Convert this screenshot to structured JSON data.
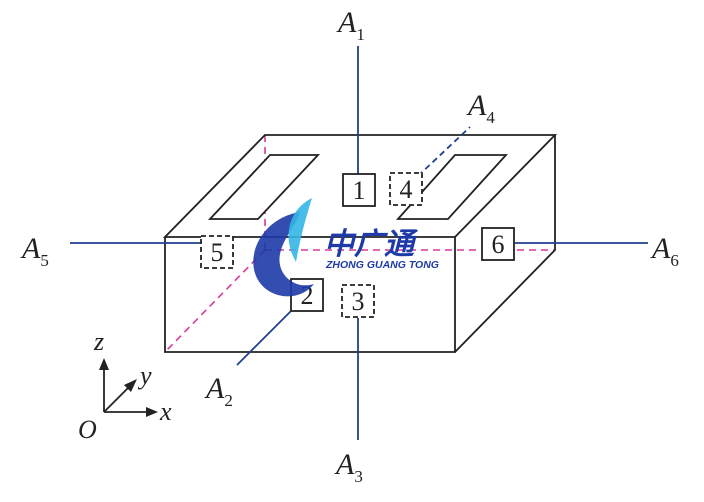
{
  "labels": {
    "a1": {
      "main": "A",
      "sub": "1"
    },
    "a2": {
      "main": "A",
      "sub": "2"
    },
    "a3": {
      "main": "A",
      "sub": "3"
    },
    "a4": {
      "main": "A",
      "sub": "4"
    },
    "a5": {
      "main": "A",
      "sub": "5"
    },
    "a6": {
      "main": "A",
      "sub": "6"
    }
  },
  "boxes": {
    "b1": "1",
    "b2": "2",
    "b3": "3",
    "b4": "4",
    "b5": "5",
    "b6": "6"
  },
  "axes": {
    "z": "z",
    "y": "y",
    "x": "x",
    "origin": "O"
  },
  "logo": {
    "chinese": "中广通",
    "english": "ZHONG GUANG TONG"
  },
  "colors": {
    "outline": "#222222",
    "axis_line": "#1f3f8f",
    "hidden_edge": "#d63a9a",
    "logo_blue": "#1d3aa8",
    "logo_cyan": "#33b6e6"
  }
}
